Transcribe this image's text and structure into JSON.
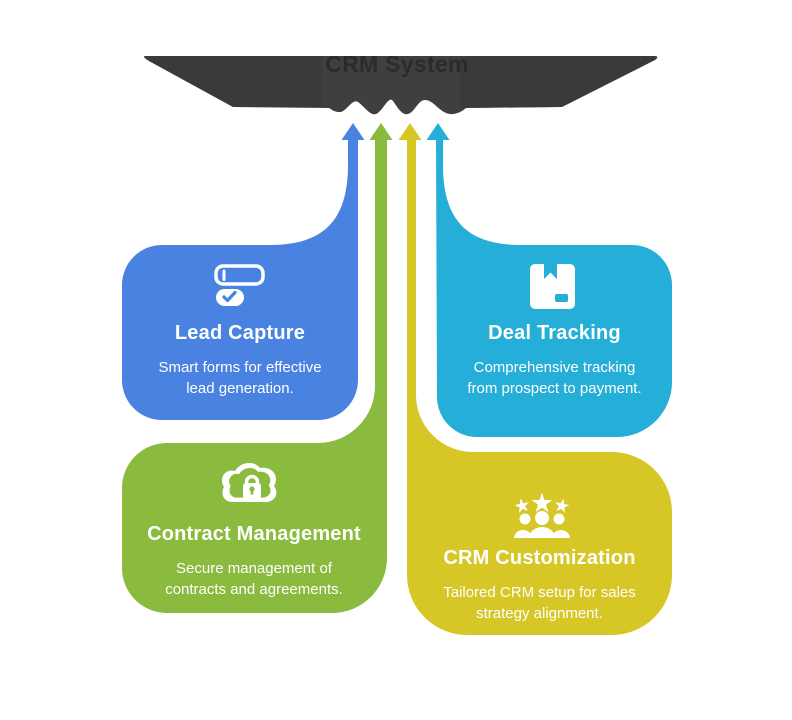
{
  "funnel": {
    "label": "CRM System"
  },
  "icons": {
    "star_char": "★"
  },
  "colors": {
    "blue": "#4a82e2",
    "cyan": "#25afd8",
    "green": "#8aba3e",
    "yellow": "#d6c726",
    "dark": "#3f3f3f",
    "dark_facet": "#363636",
    "white": "#ffffff"
  },
  "cards": [
    {
      "id": "lead-capture",
      "title": "Lead Capture",
      "description": "Smart forms for effective lead generation.",
      "color": "#4a82e2",
      "icon": "form-check-icon"
    },
    {
      "id": "deal-tracking",
      "title": "Deal Tracking",
      "description": "Comprehensive tracking from prospect to payment.",
      "color": "#25afd8",
      "icon": "package-icon"
    },
    {
      "id": "contract-management",
      "title": "Contract Management",
      "description": "Secure management of contracts and agreements.",
      "color": "#8aba3e",
      "icon": "cloud-lock-icon"
    },
    {
      "id": "crm-customization",
      "title": "CRM Customization",
      "description": "Tailored CRM setup for sales strategy alignment.",
      "color": "#d6c726",
      "icon": "stars-users-icon"
    }
  ]
}
